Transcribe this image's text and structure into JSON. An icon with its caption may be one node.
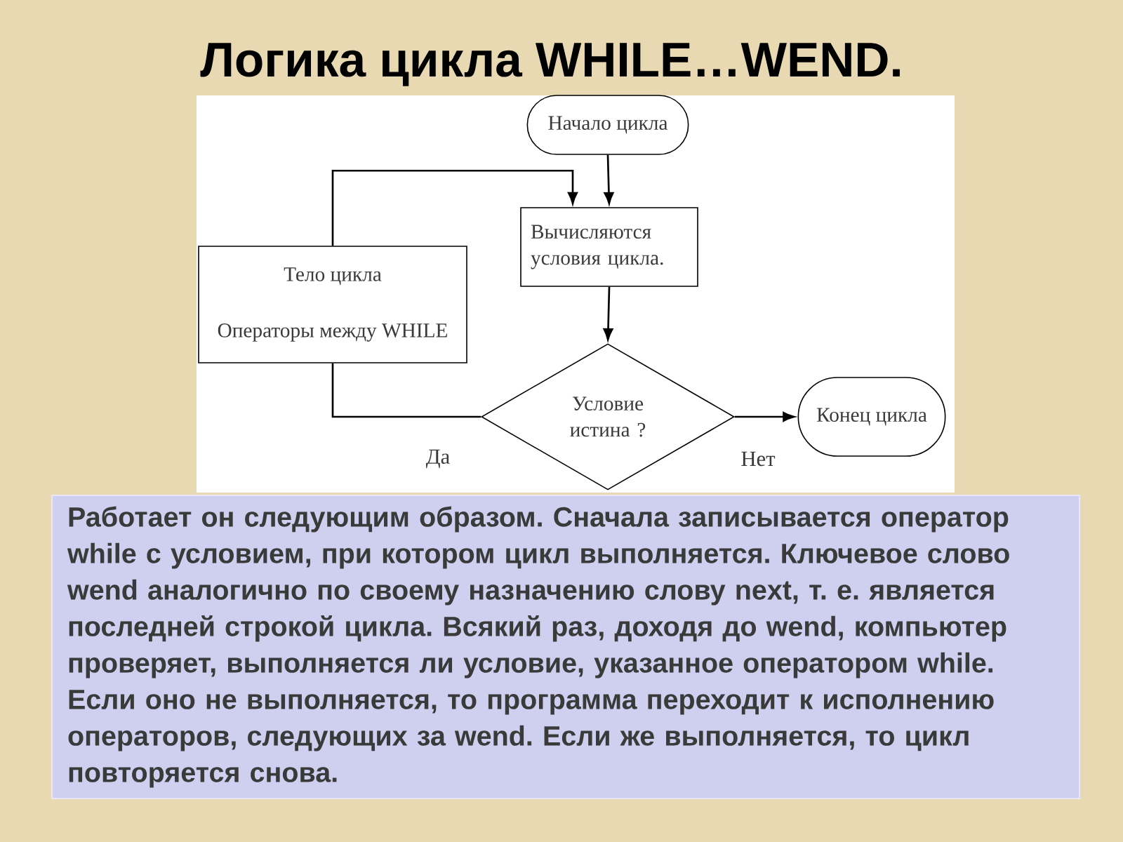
{
  "diagram": {
    "title": "Логика цикла WHILE…WEND.",
    "nodes": [
      {
        "text": [
          "Начало цикла"
        ]
      },
      {
        "text": [
          "Вычисляются условия цикла."
        ]
      },
      {
        "text": [
          "Тело цикла",
          "Операторы между WHILE"
        ]
      },
      {
        "text": [
          "Условие истина ?"
        ]
      },
      {
        "text": [
          "Конец цикла"
        ]
      },
      {
        "text": [
          "Работает он следующим образом. Сначала записывается оператор while с условием, при котором цикл выполняется. Ключевое слово wend аналогично по своему назначению слову next, т. е. является последней строкой цикла. Всякий раз, доходя до wend, компьютер проверяет, выполняется ли условие, указанное оператором while. Если оно не выполняется, то программа переходит к исполнению операторов, следующих за wend. Если же выполняется, то цикл повторяется снова."
        ]
      }
    ],
    "edges": [
      {
        "from": 0,
        "to": 1,
        "arrow": "to"
      },
      {
        "from": 1,
        "to": 3,
        "arrow": "to"
      },
      {
        "from": 3,
        "to": 4,
        "arrow": "to",
        "label": "Нет"
      },
      {
        "from": 3,
        "to": 2,
        "arrow": "none",
        "label": "Да"
      },
      {
        "from": 2,
        "to": 1,
        "arrow": "to"
      }
    ]
  }
}
